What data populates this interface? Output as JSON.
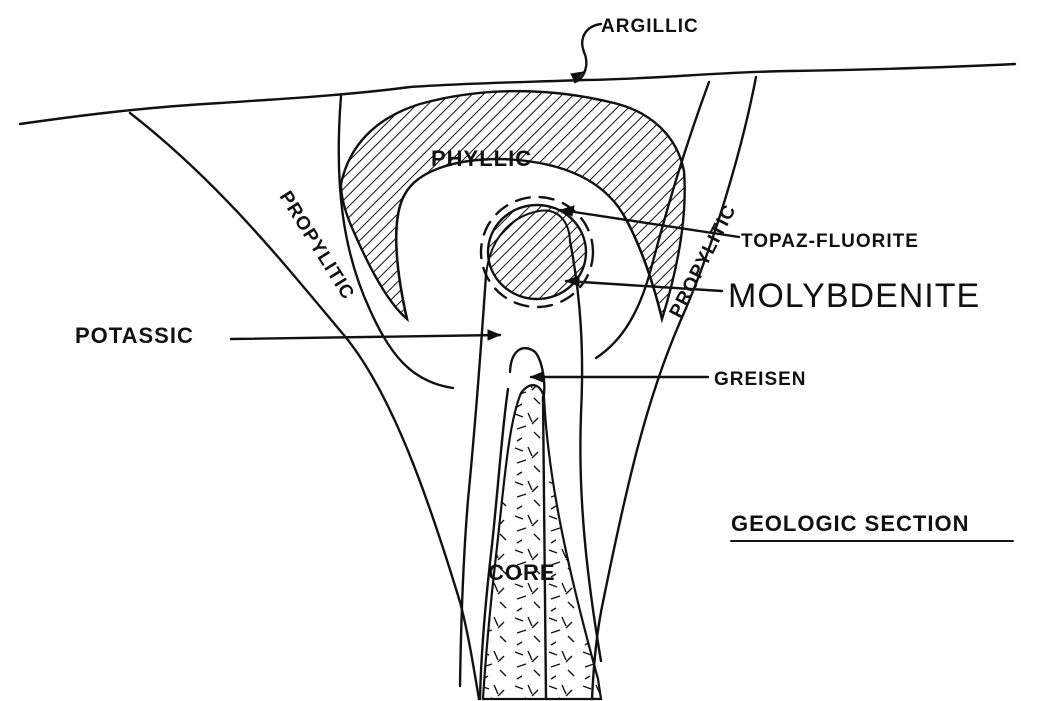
{
  "diagram": {
    "labels": {
      "argillic": "ARGILLIC",
      "phyllic": "PHYLLIC",
      "propylitic_left": "PROPYLITIC",
      "propylitic_right": "PROPYLITIC",
      "topaz_fluorite": "TOPAZ-FLUORITE",
      "molybdenite": "MOLYBDENITE",
      "potassic": "POTASSIC",
      "greisen": "GREISEN",
      "core": "CORE",
      "section_title": "GEOLOGIC SECTION"
    }
  }
}
